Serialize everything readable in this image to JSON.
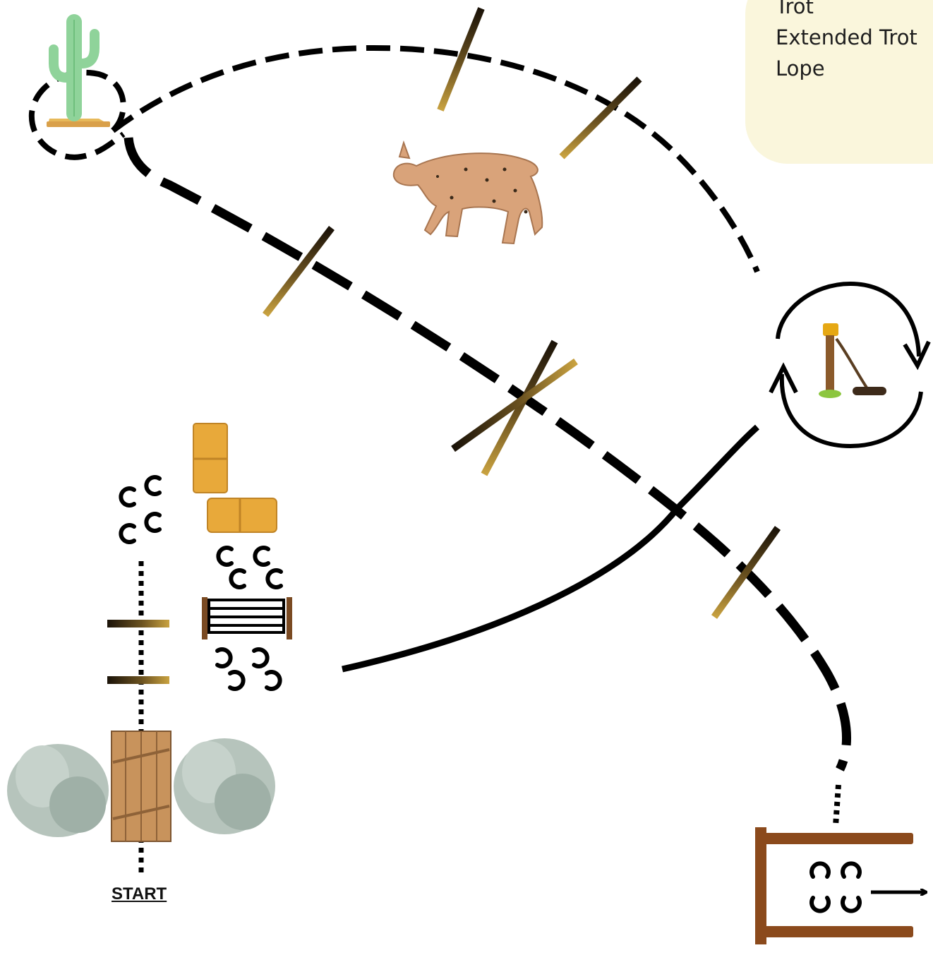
{
  "legend": {
    "items": [
      "Trot",
      "Extended Trot",
      "Lope"
    ]
  },
  "start_label": "START",
  "icons": {
    "cactus": "cactus-icon",
    "lynx": "lynx-icon",
    "hay_bales": "hay-bale-icon",
    "gate": "gate-icon",
    "door": "wooden-door-icon",
    "bush": "sagebrush-icon",
    "post": "hitching-post-icon",
    "pen": "wooden-pen-icon",
    "horseshoe": "horseshoe-icon"
  },
  "colors": {
    "path": "#000000",
    "pole": "#b8902c",
    "legend_bg": "#faf6dc",
    "wood": "#8b4a1c",
    "hay": "#e8a93a",
    "bush": "#a9b8b0"
  }
}
